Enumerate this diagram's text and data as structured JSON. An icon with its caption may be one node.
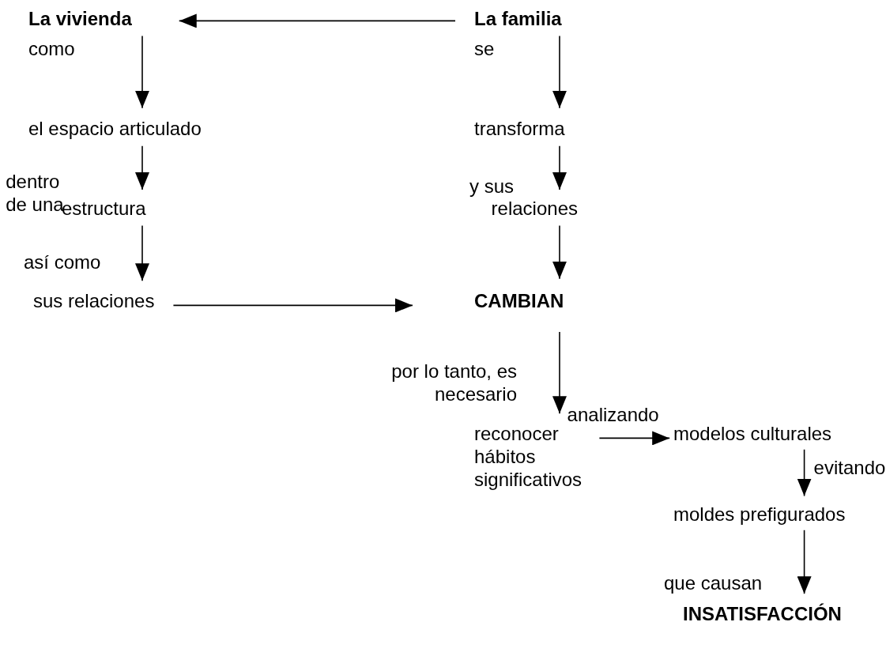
{
  "diagram": {
    "nodes": [
      {
        "text": [
          "La vivienda"
        ]
      },
      {
        "text": [
          "La familia"
        ]
      },
      {
        "text": [
          "el espacio articulado"
        ]
      },
      {
        "text": [
          "estructura"
        ]
      },
      {
        "text": [
          "sus relaciones"
        ]
      },
      {
        "text": [
          "transforma"
        ]
      },
      {
        "text": [
          "relaciones"
        ]
      },
      {
        "text": [
          "CAMBIAN"
        ]
      },
      {
        "text": [
          "reconocer hábitos significativos"
        ]
      },
      {
        "text": [
          "modelos culturales"
        ]
      },
      {
        "text": [
          "moldes prefigurados"
        ]
      },
      {
        "text": [
          "INSATISFACCIÓN"
        ]
      }
    ],
    "edges": [
      {
        "from": 1,
        "to": 0,
        "arrow": "to"
      },
      {
        "from": 0,
        "to": 2,
        "arrow": "to",
        "label": "como"
      },
      {
        "from": 2,
        "to": 3,
        "arrow": "to",
        "label": "dentro de una"
      },
      {
        "from": 3,
        "to": 4,
        "arrow": "to",
        "label": "así como"
      },
      {
        "from": 1,
        "to": 5,
        "arrow": "to",
        "label": "se"
      },
      {
        "from": 5,
        "to": 6,
        "arrow": "to",
        "label": "y sus"
      },
      {
        "from": 6,
        "to": 7,
        "arrow": "to"
      },
      {
        "from": 4,
        "to": 7,
        "arrow": "to"
      },
      {
        "from": 7,
        "to": 8,
        "arrow": "to",
        "label": "por lo tanto, es necesario"
      },
      {
        "from": 8,
        "to": 9,
        "arrow": "to",
        "label": "analizando"
      },
      {
        "from": 9,
        "to": 10,
        "arrow": "to",
        "label": "evitando"
      },
      {
        "from": 10,
        "to": 11,
        "arrow": "to",
        "label": "que causan"
      }
    ]
  }
}
